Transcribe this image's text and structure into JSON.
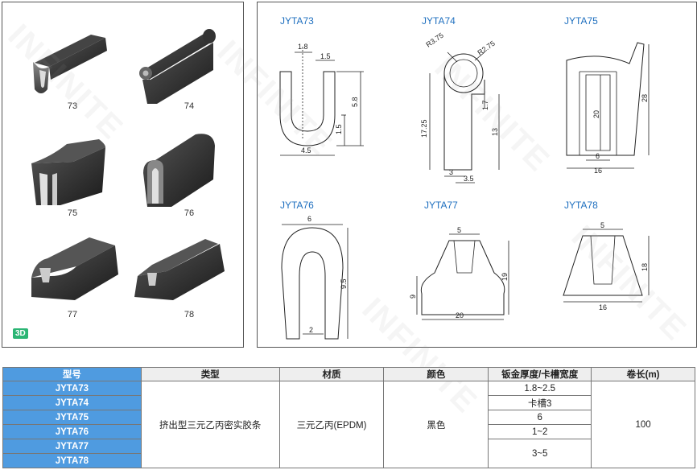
{
  "watermark_text": "INFINITE",
  "badge": "3D",
  "products": [
    {
      "label": "73"
    },
    {
      "label": "74"
    },
    {
      "label": "75"
    },
    {
      "label": "76"
    },
    {
      "label": "77"
    },
    {
      "label": "78"
    }
  ],
  "drawings": {
    "d73": {
      "title": "JYTA73",
      "dims": [
        "1.8",
        "1.5",
        "5.8",
        "1.5",
        "4.5"
      ]
    },
    "d74": {
      "title": "JYTA74",
      "dims": [
        "R3.75",
        "R2.75",
        "1.7",
        "17.25",
        "13",
        "3",
        "3.5"
      ]
    },
    "d75": {
      "title": "JYTA75",
      "dims": [
        "28",
        "20",
        "6",
        "16"
      ]
    },
    "d76": {
      "title": "JYTA76",
      "dims": [
        "6",
        "9.5",
        "2"
      ]
    },
    "d77": {
      "title": "JYTA77",
      "dims": [
        "5",
        "19",
        "9",
        "20"
      ]
    },
    "d78": {
      "title": "JYTA78",
      "dims": [
        "5",
        "18",
        "16"
      ]
    }
  },
  "table": {
    "headers": [
      "型号",
      "类型",
      "材质",
      "颜色",
      "钣金厚度/卡槽宽度",
      "卷长(m)"
    ],
    "models": [
      "JYTA73",
      "JYTA74",
      "JYTA75",
      "JYTA76",
      "JYTA77",
      "JYTA78"
    ],
    "type": "挤出型三元乙丙密实胶条",
    "material": "三元乙丙(EPDM)",
    "color": "黑色",
    "thickness": [
      "1.8~2.5",
      "卡槽3",
      "6",
      "1~2",
      "3~5"
    ],
    "length": "100"
  }
}
